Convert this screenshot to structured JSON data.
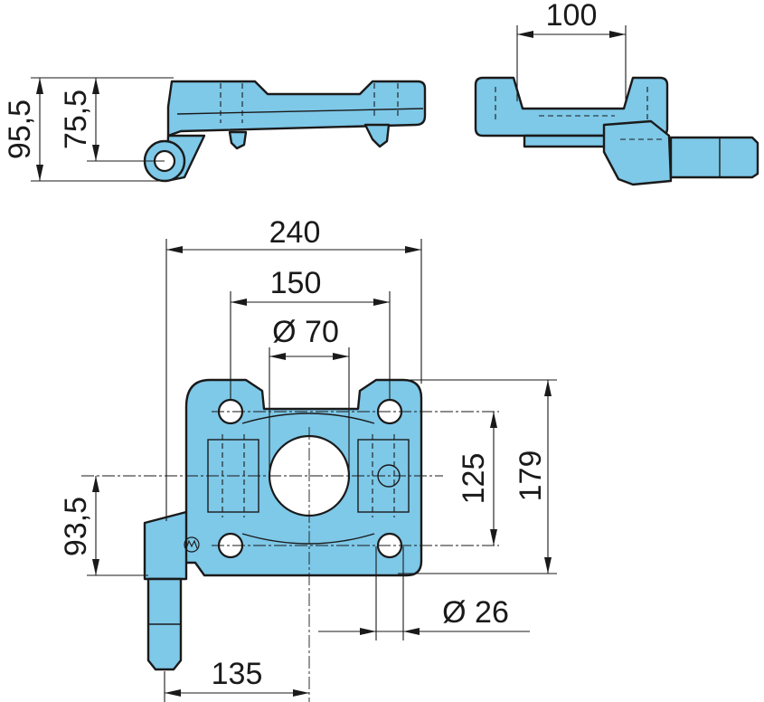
{
  "dimensions": {
    "side_height_total": "95,5",
    "side_height_pivot": "75,5",
    "front_width": "100",
    "overall_width": "240",
    "hole_spacing_x": "150",
    "center_bore": "Ø 70",
    "hole_spacing_y": "125",
    "overall_height": "179",
    "pin_height": "93,5",
    "hole_diameter": "Ø 26",
    "pin_offset": "135"
  },
  "colors": {
    "part_fill": "#7ec8e8",
    "line": "#1a1a1a",
    "background": "#ffffff"
  }
}
